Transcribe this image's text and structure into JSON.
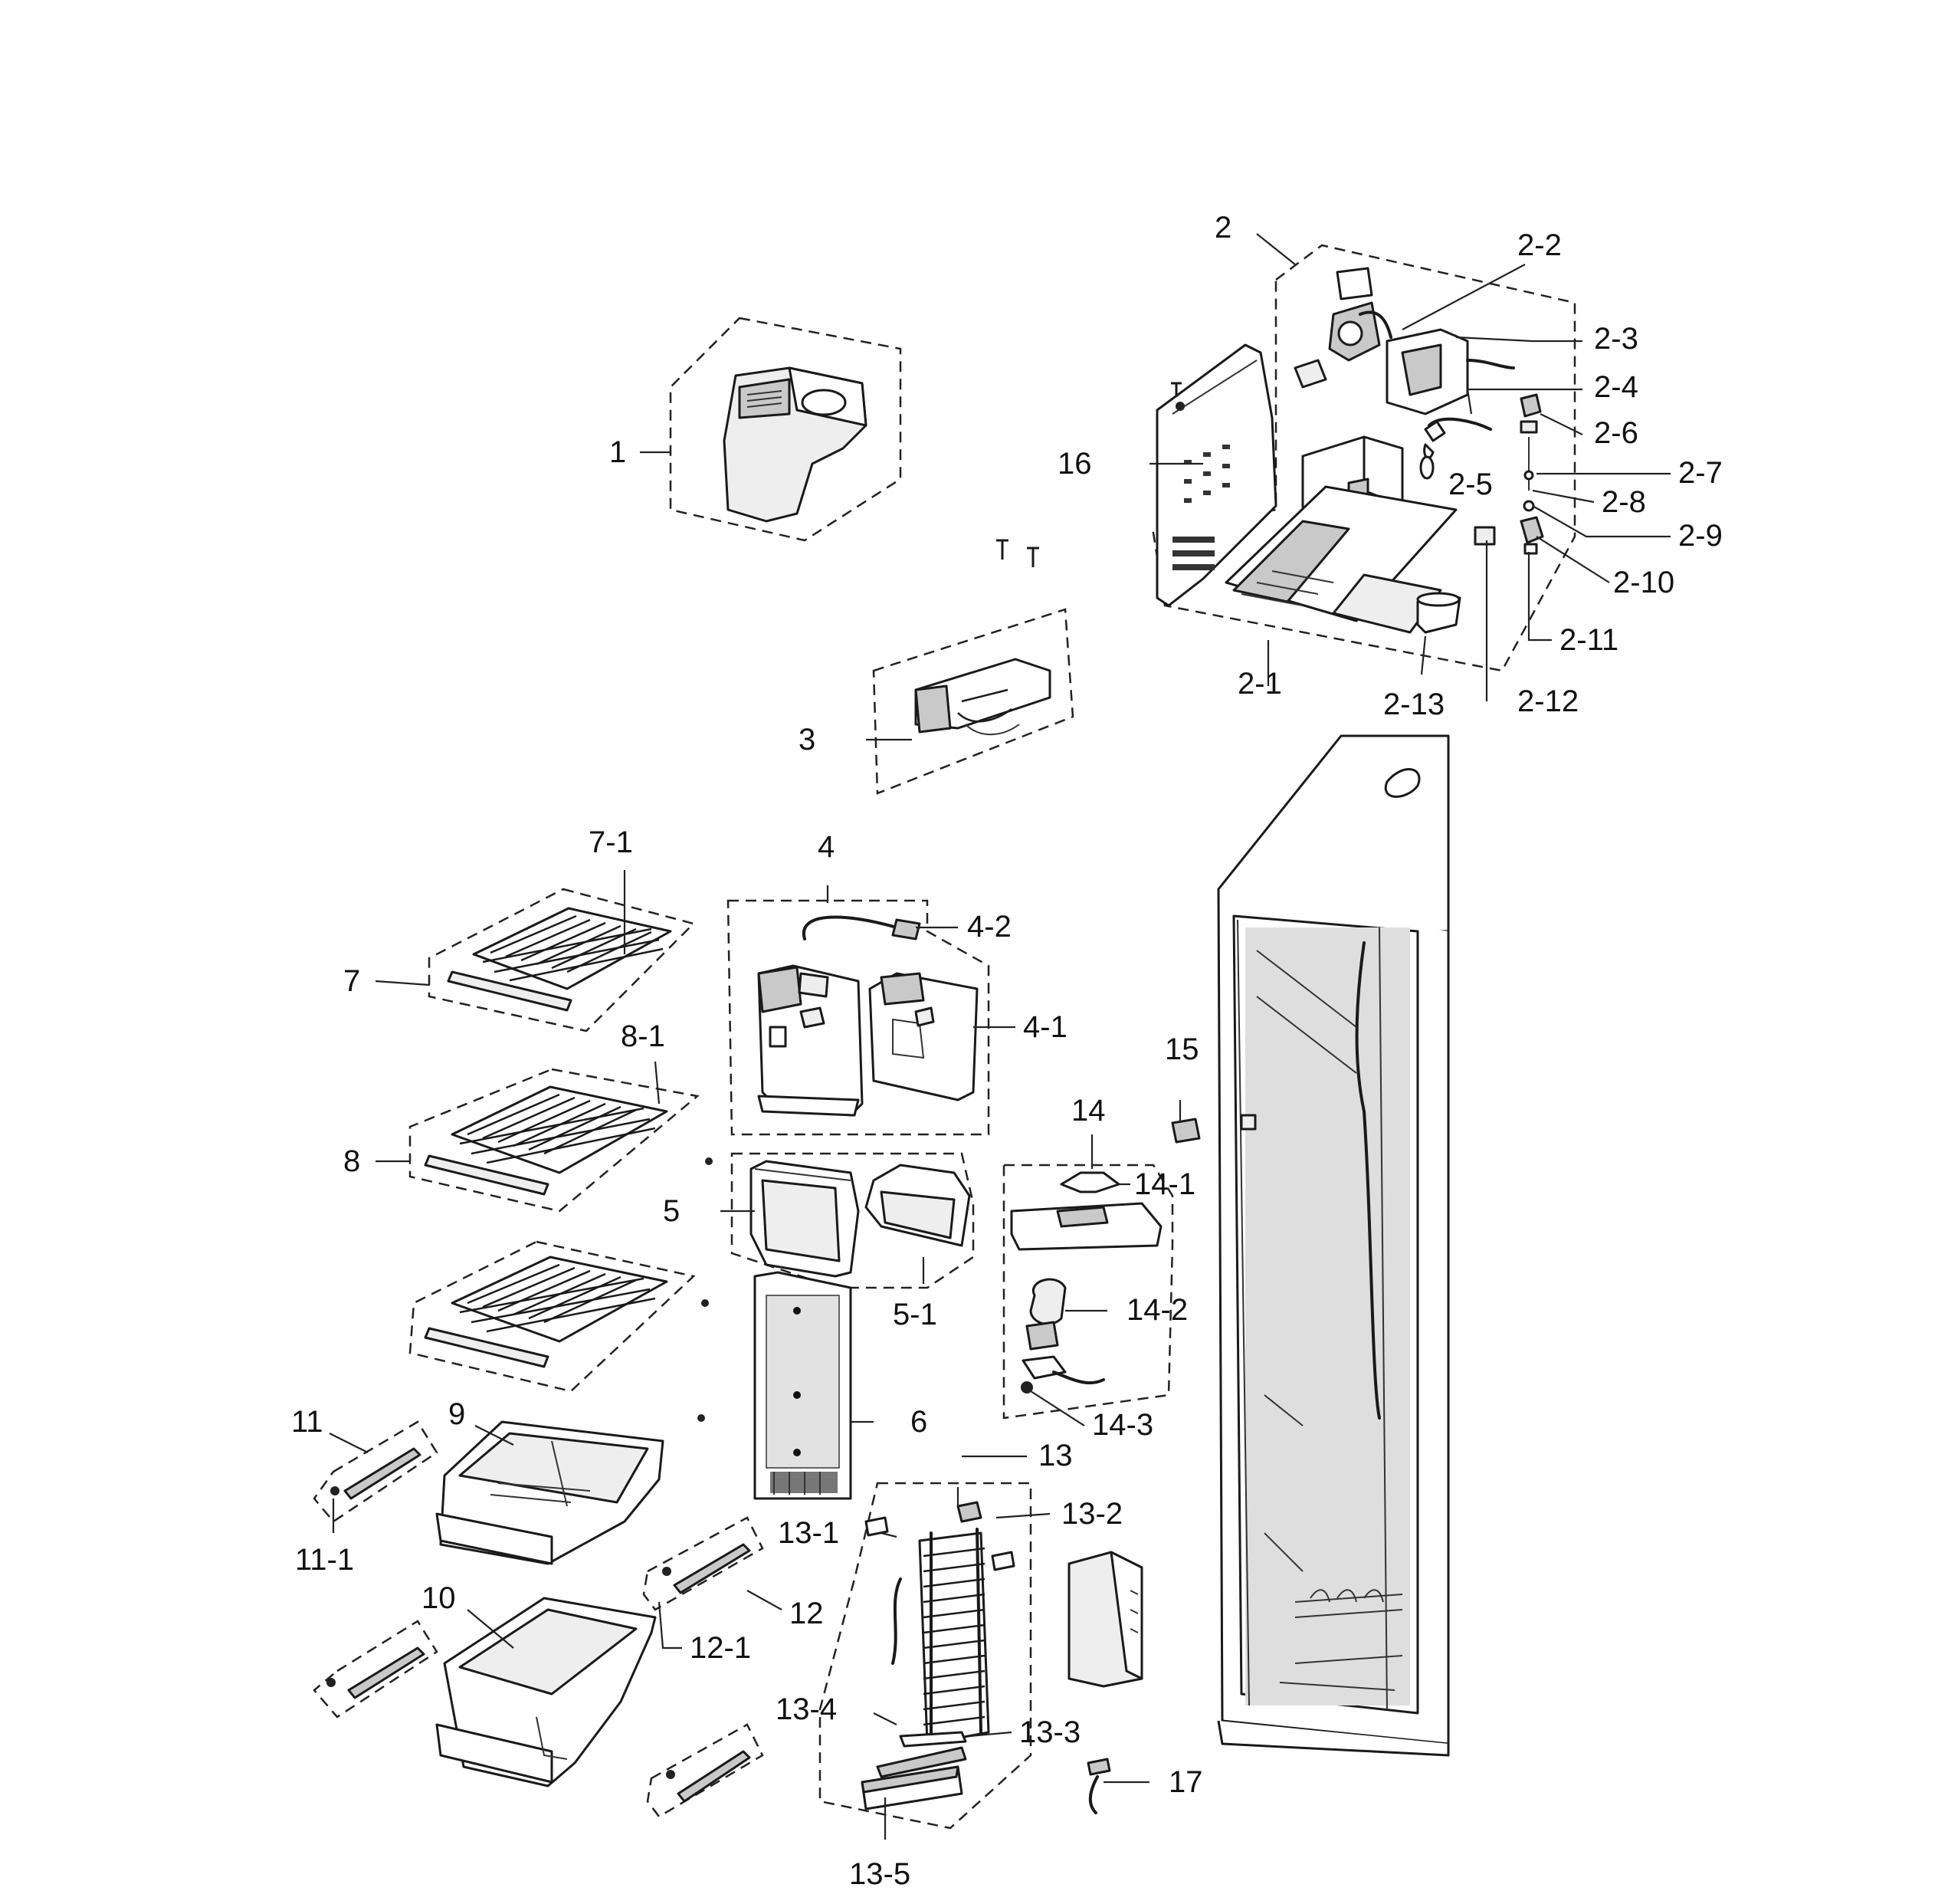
{
  "diagram": {
    "labels": [
      {
        "id": "1",
        "text": "1"
      },
      {
        "id": "2",
        "text": "2"
      },
      {
        "id": "2-1",
        "text": "2-1"
      },
      {
        "id": "2-2",
        "text": "2-2"
      },
      {
        "id": "2-3",
        "text": "2-3"
      },
      {
        "id": "2-4",
        "text": "2-4"
      },
      {
        "id": "2-5",
        "text": "2-5"
      },
      {
        "id": "2-6",
        "text": "2-6"
      },
      {
        "id": "2-7",
        "text": "2-7"
      },
      {
        "id": "2-8",
        "text": "2-8"
      },
      {
        "id": "2-9",
        "text": "2-9"
      },
      {
        "id": "2-10",
        "text": "2-10"
      },
      {
        "id": "2-11",
        "text": "2-11"
      },
      {
        "id": "2-12",
        "text": "2-12"
      },
      {
        "id": "2-13",
        "text": "2-13"
      },
      {
        "id": "3",
        "text": "3"
      },
      {
        "id": "4",
        "text": "4"
      },
      {
        "id": "4-1",
        "text": "4-1"
      },
      {
        "id": "4-2",
        "text": "4-2"
      },
      {
        "id": "5",
        "text": "5"
      },
      {
        "id": "5-1",
        "text": "5-1"
      },
      {
        "id": "6",
        "text": "6"
      },
      {
        "id": "7",
        "text": "7"
      },
      {
        "id": "7-1",
        "text": "7-1"
      },
      {
        "id": "8",
        "text": "8"
      },
      {
        "id": "8-1",
        "text": "8-1"
      },
      {
        "id": "9",
        "text": "9"
      },
      {
        "id": "10",
        "text": "10"
      },
      {
        "id": "11",
        "text": "11"
      },
      {
        "id": "11-1",
        "text": "11-1"
      },
      {
        "id": "12",
        "text": "12"
      },
      {
        "id": "12-1",
        "text": "12-1"
      },
      {
        "id": "13",
        "text": "13"
      },
      {
        "id": "13-1",
        "text": "13-1"
      },
      {
        "id": "13-2",
        "text": "13-2"
      },
      {
        "id": "13-3",
        "text": "13-3"
      },
      {
        "id": "13-4",
        "text": "13-4"
      },
      {
        "id": "13-5",
        "text": "13-5"
      },
      {
        "id": "14",
        "text": "14"
      },
      {
        "id": "14-1",
        "text": "14-1"
      },
      {
        "id": "14-2",
        "text": "14-2"
      },
      {
        "id": "14-3",
        "text": "14-3"
      },
      {
        "id": "15",
        "text": "15"
      },
      {
        "id": "16",
        "text": "16"
      },
      {
        "id": "17",
        "text": "17"
      }
    ]
  }
}
